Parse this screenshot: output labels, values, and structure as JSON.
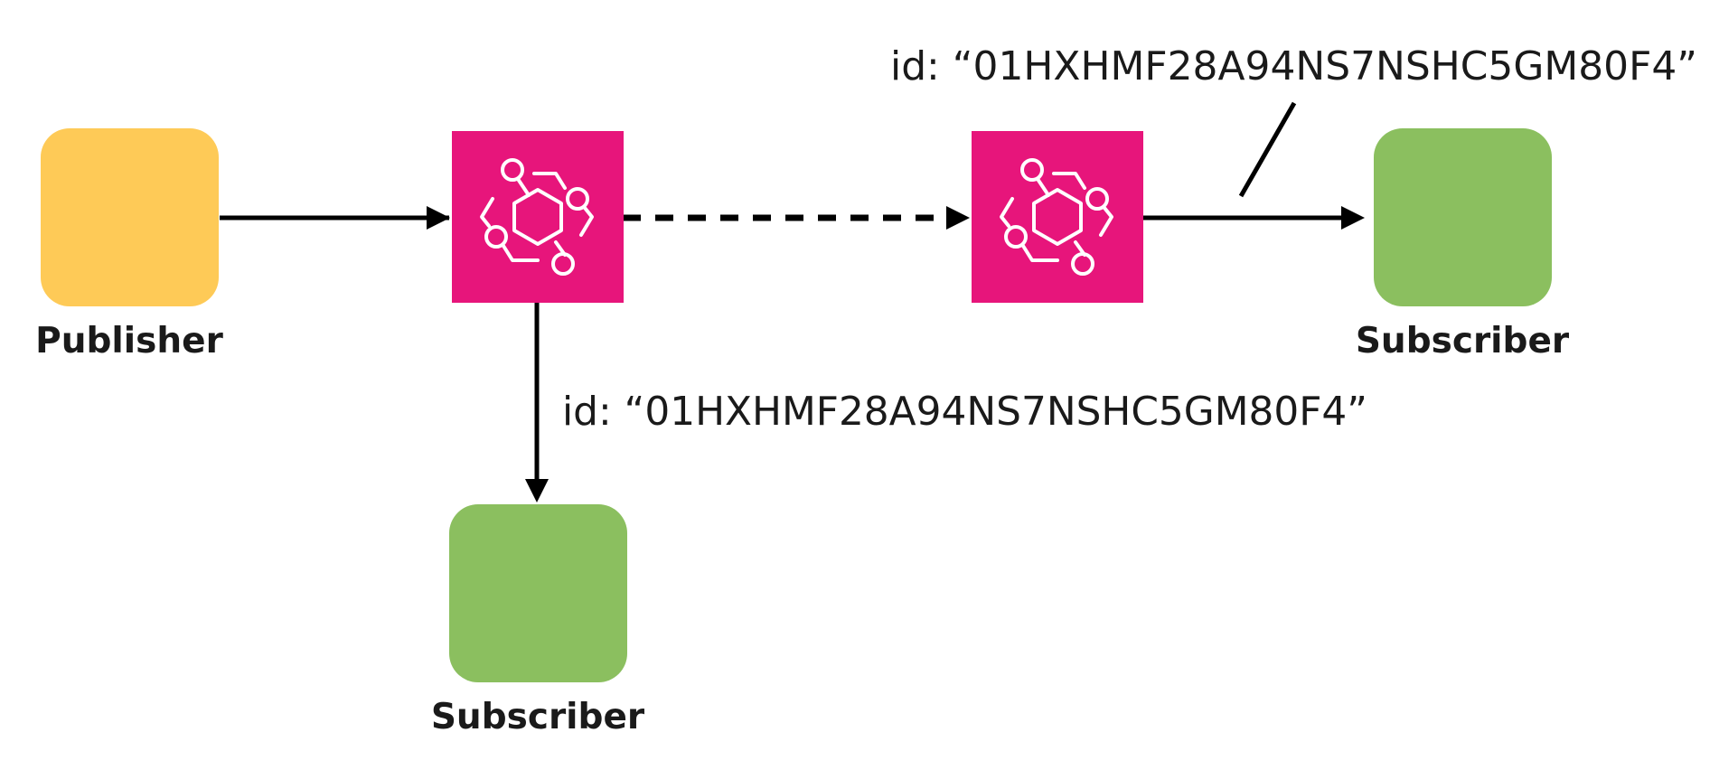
{
  "colors": {
    "publisher": "#FECA57",
    "subscriber": "#8BBF5F",
    "event_bus": "#E7157B",
    "icon_stroke": "#FFFFFF",
    "line": "#000000",
    "text": "#1a1a1a"
  },
  "nodes": {
    "publisher": {
      "label": "Publisher",
      "icon": "rounded-square"
    },
    "event_bus_source": {
      "icon": "eventbridge-icon"
    },
    "event_bus_target": {
      "icon": "eventbridge-icon"
    },
    "subscriber_bottom": {
      "label": "Subscriber",
      "icon": "rounded-square"
    },
    "subscriber_right": {
      "label": "Subscriber",
      "icon": "rounded-square"
    }
  },
  "edges": [
    {
      "from": "publisher",
      "to": "event_bus_source",
      "style": "solid"
    },
    {
      "from": "event_bus_source",
      "to": "event_bus_target",
      "style": "dashed"
    },
    {
      "from": "event_bus_source",
      "to": "subscriber_bottom",
      "style": "solid"
    },
    {
      "from": "event_bus_target",
      "to": "subscriber_right",
      "style": "solid"
    }
  ],
  "annotations": {
    "bottom_edge_id": "id: “01HXHMF28A94NS7NSHC5GM80F4”",
    "right_edge_id": "id: “01HXHMF28A94NS7NSHC5GM80F4”"
  }
}
